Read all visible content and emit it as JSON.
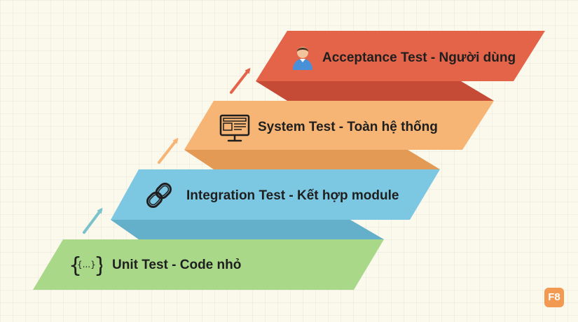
{
  "levels": [
    {
      "label": "Unit Test - Code nhỏ",
      "icon": "code-braces-icon",
      "color": "#a8d888",
      "side_color": "#92c873"
    },
    {
      "label": "Integration Test - Kết hợp module",
      "icon": "chain-link-icon",
      "color": "#7cc8e3",
      "side_color": "#64afca"
    },
    {
      "label": "System Test - Toàn hệ thống",
      "icon": "monitor-icon",
      "color": "#f6b575",
      "side_color": "#e29a55"
    },
    {
      "label": "Acceptance Test - Người dùng",
      "icon": "user-icon",
      "color": "#e4644a",
      "side_color": "#c54b37"
    }
  ],
  "arrows": [
    {
      "name": "arrow-unit-to-integration",
      "color": "#7cc2cc"
    },
    {
      "name": "arrow-integration-to-system",
      "color": "#f6b575"
    },
    {
      "name": "arrow-system-to-acceptance",
      "color": "#e4644a"
    }
  ],
  "code_icon_text": "{...}",
  "logo_text": "F8"
}
